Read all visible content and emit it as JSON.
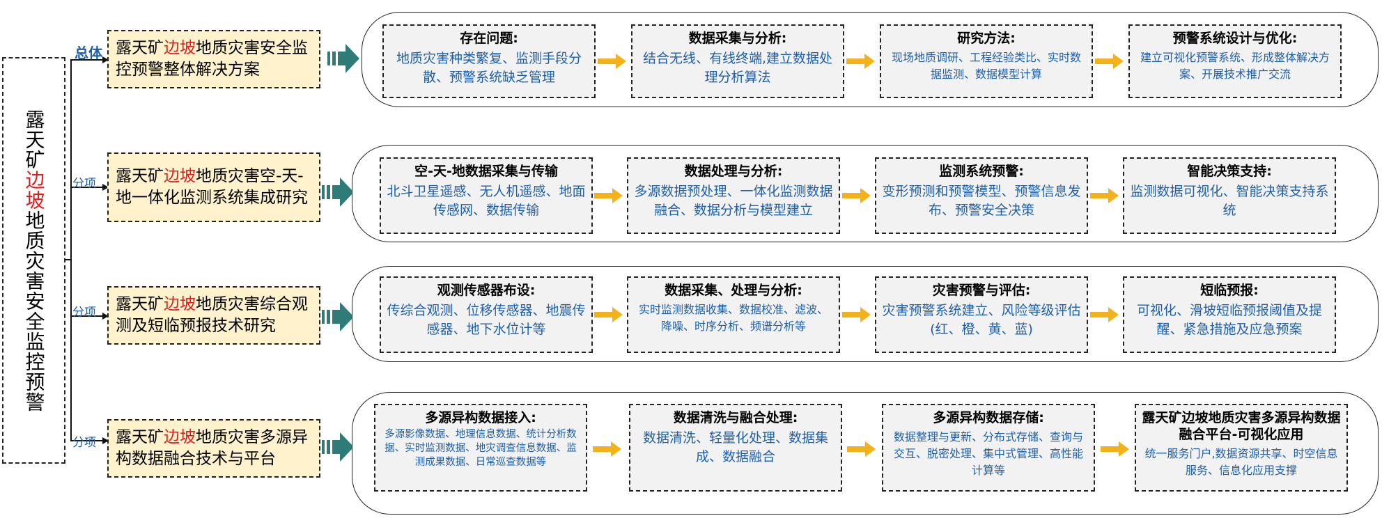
{
  "main_title": {
    "part1": "露天矿",
    "part2": "边坡",
    "part3": "地质灾害安全监控预警"
  },
  "colors": {
    "highlight_red": "#e01e1e",
    "body_blue": "#1e5fa8",
    "task_fill": "#fff2cc",
    "stage_fill": "#f2f2f2",
    "teal_arrow": "#2e7b78",
    "gold_arrow": "#f3b21b"
  },
  "rows": [
    {
      "tag": "总体",
      "task": {
        "pre": "露天矿",
        "red": "边坡",
        "post": "地质灾害安全监控预警整体解决方案"
      },
      "stages": [
        {
          "title": "存在问题:",
          "body": "地质灾害种类繁复、监测手段分散、预警系统缺乏管理"
        },
        {
          "title": "数据采集与分析:",
          "body": "结合无线、有线终端,建立数据处理分析算法"
        },
        {
          "title": "研究方法:",
          "body": "现场地质调研、工程经验类比、实时数据监测、数据模型计算"
        },
        {
          "title": "预警系统设计与优化:",
          "body": "建立可视化预警系统、形成整体解决方案、开展技术推广交流"
        }
      ]
    },
    {
      "tag": "分项",
      "task": {
        "pre": "露天矿",
        "red": "边坡",
        "post": "地质灾害空-天-地一体化监测系统集成研究"
      },
      "stages": [
        {
          "title": "空-天-地数据采集与传输",
          "body": "北斗卫星遥感、无人机遥感、地面传感网、数据传输"
        },
        {
          "title": "数据处理与分析:",
          "body": "多源数据预处理、一体化监测数据融合、数据分析与模型建立"
        },
        {
          "title": "监测系统预警:",
          "body": "变形预测和预警模型、预警信息发布、预警安全决策"
        },
        {
          "title": "智能决策支持:",
          "body": "监测数据可视化、智能决策支持系统"
        }
      ]
    },
    {
      "tag": "分项",
      "task": {
        "pre": "露天矿",
        "red": "边坡",
        "post": "地质灾害综合观测及短临预报技术研究"
      },
      "stages": [
        {
          "title": "观测传感器布设:",
          "body": "传综合观测、位移传感器、地震传感器、地下水位计等"
        },
        {
          "title": "数据采集、处理与分析:",
          "body": "实时监测数据收集、数据校准、滤波、降噪、时序分析、频谱分析等"
        },
        {
          "title": "灾害预警与评估:",
          "body": "灾害预警系统建立、风险等级评估(红、橙、黄、蓝)"
        },
        {
          "title": "短临预报:",
          "body": "可视化、滑坡短临预报阈值及提醒、紧急措施及应急预案"
        }
      ]
    },
    {
      "tag": "分项",
      "task": {
        "pre": "露天矿",
        "red": "边坡",
        "post": "地质灾害多源异构数据融合技术与平台"
      },
      "stages": [
        {
          "title": "多源异构数据接入:",
          "body": "多源影像数据、地理信息数据、统计分析数据、实时监测数据、地灾调查信息数据、监测成果数据、日常巡查数据等"
        },
        {
          "title": "数据清洗与融合处理:",
          "body": "数据清洗、轻量化处理、数据集成、数据融合"
        },
        {
          "title": "多源异构数据存储:",
          "body": "数据整理与更新、分布式存储、查询与交互、脱密处理、集中式管理、高性能计算等"
        },
        {
          "title": "露天矿边坡地质灾害多源异构数据融合平台-可视化应用",
          "body": "统一服务门户,数据资源共享、时空信息服务、信息化应用支撑"
        }
      ]
    }
  ]
}
